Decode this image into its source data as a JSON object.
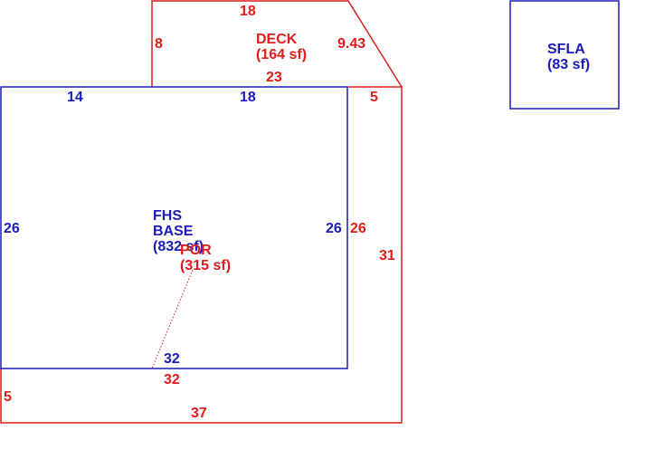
{
  "colors": {
    "red": "#e01b1b",
    "blue": "#1a1ab8",
    "background": "#ffffff"
  },
  "areas": {
    "deck": {
      "name": "DECK",
      "area": "(164 sf)",
      "dims": {
        "top": "18",
        "left": "8",
        "diagonal": "9.43",
        "bottom": "23"
      }
    },
    "sfla": {
      "name": "SFLA",
      "area": "(83 sf)"
    },
    "fhs_base": {
      "name_line1": "FHS",
      "name_line2": "BASE",
      "area": "(832 sf)",
      "dims": {
        "top_left": "14",
        "top_right": "18",
        "left": "26",
        "right": "26",
        "bottom": "32"
      }
    },
    "por": {
      "name": "POR",
      "area": "(315 sf)",
      "dims": {
        "top": "5",
        "right_upper": "26",
        "right": "31",
        "bottom_inner": "32",
        "left": "5",
        "bottom": "37"
      }
    }
  }
}
